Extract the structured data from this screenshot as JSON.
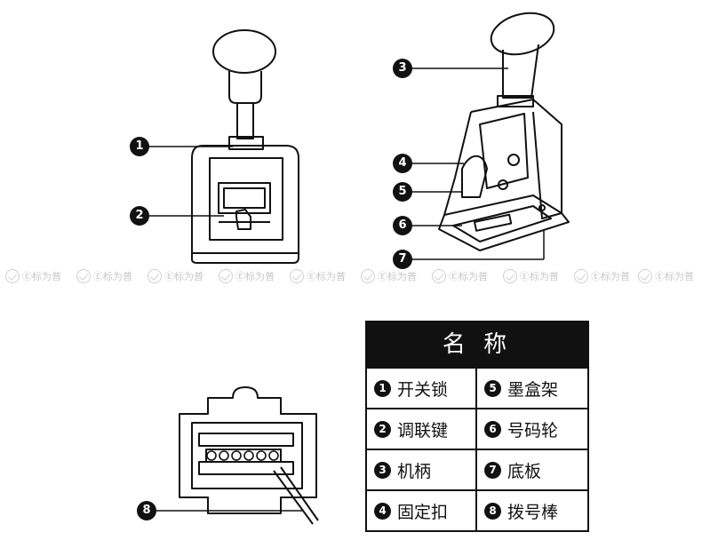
{
  "callouts": {
    "c1": "1",
    "c2": "2",
    "c3": "3",
    "c4": "4",
    "c5": "5",
    "c6": "6",
    "c7": "7",
    "c8": "8"
  },
  "watermark": "Ⓔ标为普",
  "table": {
    "title": "名 称",
    "items": [
      {
        "num": "1",
        "label": "开关锁"
      },
      {
        "num": "5",
        "label": "墨盒架"
      },
      {
        "num": "2",
        "label": "调联键"
      },
      {
        "num": "6",
        "label": "号码轮"
      },
      {
        "num": "3",
        "label": "机柄"
      },
      {
        "num": "7",
        "label": "底板"
      },
      {
        "num": "4",
        "label": "固定扣"
      },
      {
        "num": "8",
        "label": "拨号棒"
      }
    ]
  }
}
